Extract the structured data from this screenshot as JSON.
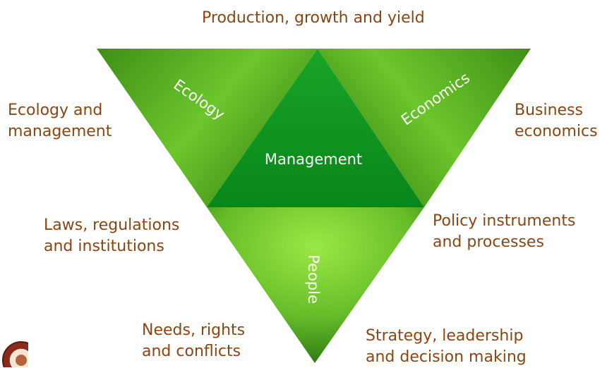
{
  "diagram": {
    "center_label": "Management",
    "segments": {
      "ecology": "Ecology",
      "economics": "Economics",
      "people": "People"
    }
  },
  "labels": {
    "top": "Production, growth and yield",
    "ecology_management": [
      "Ecology and",
      "management"
    ],
    "business_economics": [
      "Business",
      "economics"
    ],
    "laws": [
      "Laws, regulations",
      "and institutions"
    ],
    "policy": [
      "Policy instruments",
      "and processes"
    ],
    "needs": [
      "Needs, rights",
      "and conflicts"
    ],
    "strategy": [
      "Strategy, leadership",
      "and decision making"
    ]
  },
  "colors": {
    "label_text": "#8b4513",
    "triangle_light": "#8edc3c",
    "triangle_dark": "#2f7d12",
    "center": "#0d9b1a",
    "segment_text": "#ffffff"
  }
}
